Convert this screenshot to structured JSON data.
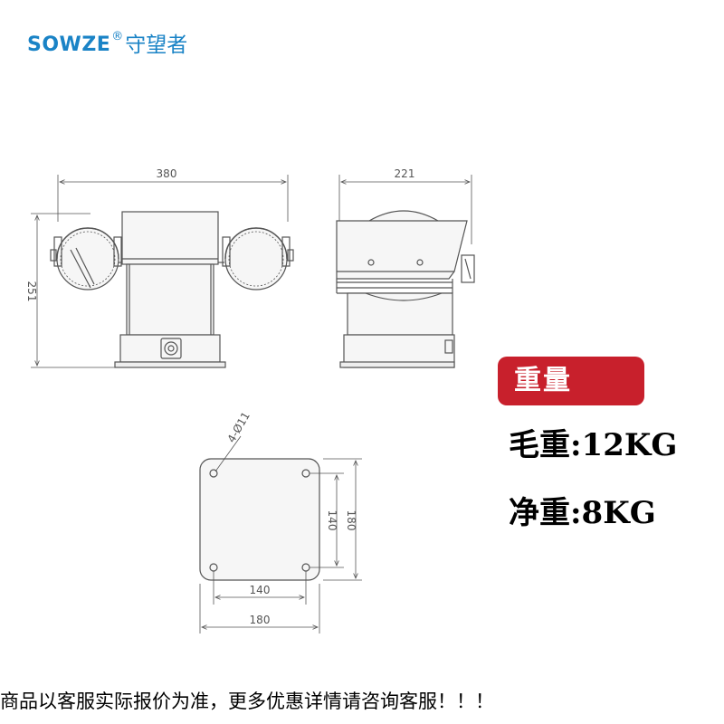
{
  "colors": {
    "brand": "#1a83c6",
    "accent": "#c8202c",
    "line": "#555555",
    "housing": "#f2f2f2"
  },
  "logo": {
    "brand": "SOWZE",
    "registered": "®",
    "chinese": "守望者"
  },
  "front_view": {
    "width_label": "380",
    "height_label": "251"
  },
  "side_view": {
    "width_label": "221"
  },
  "base_plate": {
    "hole_label": "4-Ø11",
    "hole_spacing_x": "140",
    "plate_width": "180",
    "hole_spacing_y": "140",
    "plate_height": "180"
  },
  "weight": {
    "badge": "重量",
    "gross": "毛重:12KG",
    "net": "净重:8KG"
  },
  "notice": "商品以客服实际报价为准，更多优惠详情请咨询客服！！！"
}
